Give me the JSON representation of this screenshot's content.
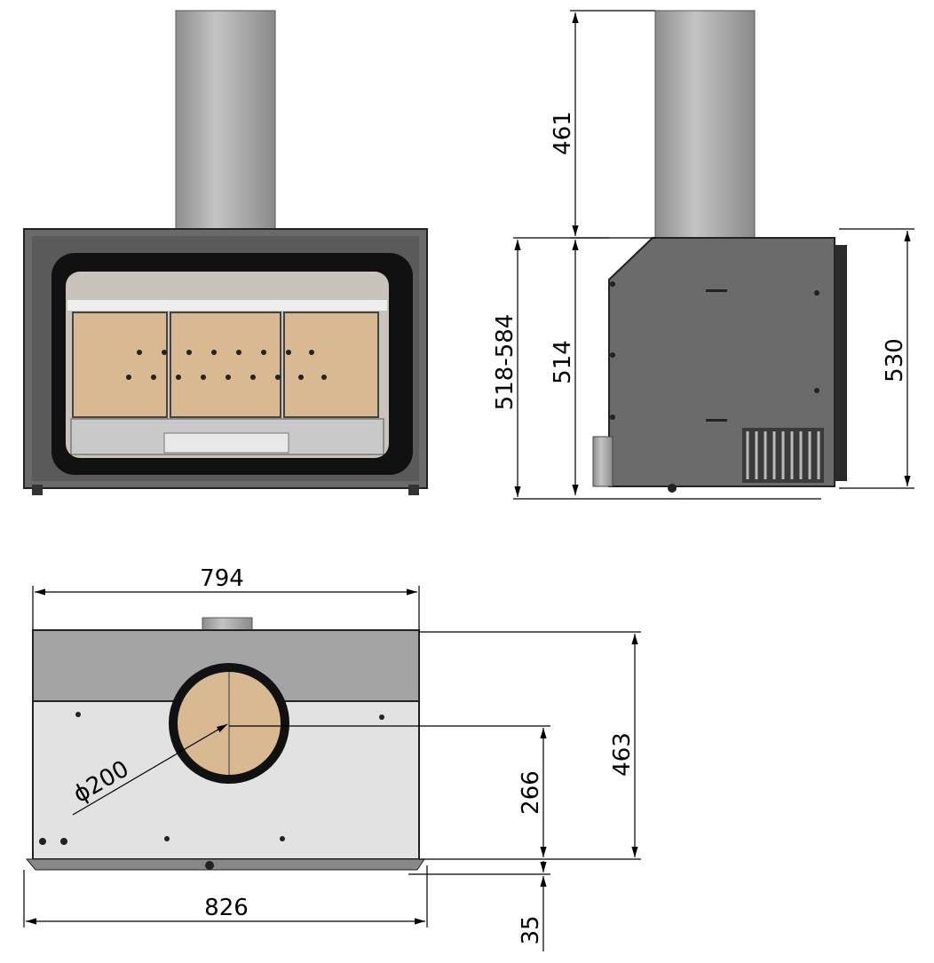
{
  "dimensions": {
    "front_chimney_height": "461",
    "side_total_height": "518-584",
    "side_body_height": "514",
    "side_depth_height": "530",
    "top_width": "794",
    "top_depth": "463",
    "outlet_offset": "266",
    "outlet_diameter": "ϕ200",
    "overall_width": "826",
    "bottom_offset": "35"
  },
  "colors": {
    "steel": "#5a5a5a",
    "firebrick": "#d8b991",
    "pipe": "#b0b0b0",
    "top_light": "#e2e2e2",
    "top_dark": "#a4a4a4"
  }
}
